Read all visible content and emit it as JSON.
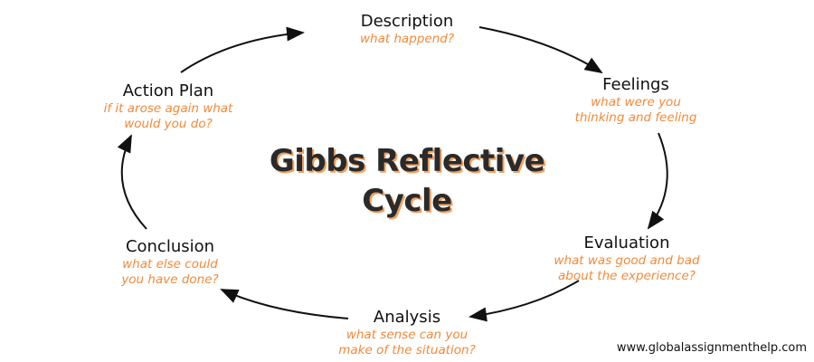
{
  "center_title": {
    "line1": "Gibbs Reflective",
    "line2": "Cycle"
  },
  "stages": [
    {
      "title": "Description",
      "desc": [
        "what happend?"
      ]
    },
    {
      "title": "Feelings",
      "desc": [
        "what were you",
        "thinking and feeling"
      ]
    },
    {
      "title": "Evaluation",
      "desc": [
        "what was good and bad",
        "about the experience?"
      ]
    },
    {
      "title": "Analysis",
      "desc": [
        "what sense can you",
        "make of the situation?"
      ]
    },
    {
      "title": "Conclusion",
      "desc": [
        "what else could",
        "you have done?"
      ]
    },
    {
      "title": "Action Plan",
      "desc": [
        "if it arose again what",
        "would you do?"
      ]
    }
  ],
  "watermark": "www.globalassignmenthelp.com",
  "colors": {
    "stage_title": "#111111",
    "stage_desc": "#f08a3a",
    "center_title": "#2a2a2a",
    "center_title_shadow": "#f0a060",
    "arrow": "#111111"
  }
}
